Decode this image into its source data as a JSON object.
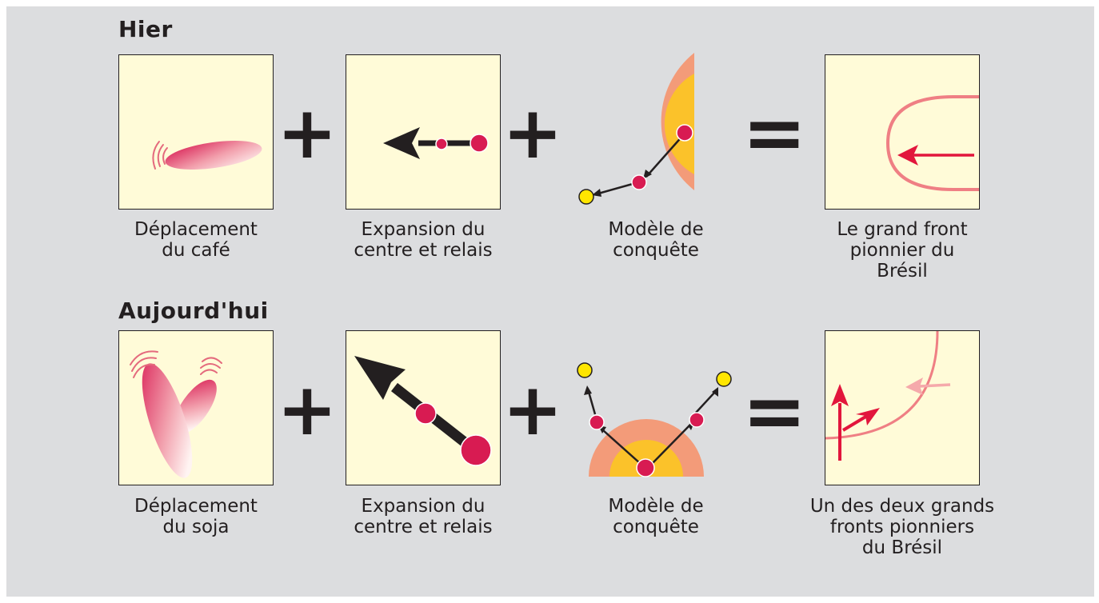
{
  "rows": [
    {
      "title": "Hier",
      "operators": {
        "plus1": "+",
        "plus2": "+",
        "equals": "="
      },
      "captions": [
        [
          "Déplacement",
          "du café"
        ],
        [
          "Expansion du",
          "centre et relais"
        ],
        [
          "Modèle de",
          "conquête"
        ],
        [
          "Le grand front",
          "pionnier du",
          "Brésil"
        ]
      ]
    },
    {
      "title": "Aujourd'hui",
      "operators": {
        "plus1": "+",
        "plus2": "+",
        "equals": "="
      },
      "captions": [
        [
          "Déplacement",
          "du soja"
        ],
        [
          "Expansion du",
          "centre et relais"
        ],
        [
          "Modèle de",
          "conquête"
        ],
        [
          "Un des deux grands",
          "fronts pionniers",
          "du Brésil"
        ]
      ]
    }
  ],
  "colors": {
    "background": "#dcdddf",
    "box_fill": "#fffbd8",
    "crimson": "#d81b52",
    "salmon": "#f39b79",
    "gold": "#fbc22a",
    "yellow": "#ffe600",
    "pink_front": "#ef7f84",
    "ink": "#231f20"
  }
}
